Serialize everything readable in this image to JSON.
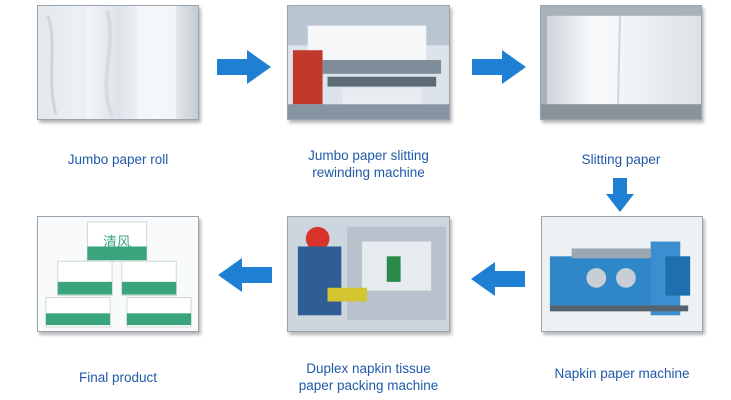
{
  "steps": [
    {
      "label": "Jumbo paper roll",
      "image": "jumbo-paper-roll-photo"
    },
    {
      "label": "Jumbo paper slitting\nrewinding machine",
      "image": "slitting-rewinding-machine-photo"
    },
    {
      "label": "Slitting paper",
      "image": "slitting-paper-photo"
    },
    {
      "label": "Napkin paper machine",
      "image": "napkin-paper-machine-photo"
    },
    {
      "label": "Duplex napkin tissue\npaper packing machine",
      "image": "packing-machine-photo"
    },
    {
      "label": "Final product",
      "image": "final-product-photo"
    }
  ],
  "product_brand": "清风",
  "colors": {
    "arrow": "#1e7fd3",
    "caption": "#1f5aa8"
  }
}
